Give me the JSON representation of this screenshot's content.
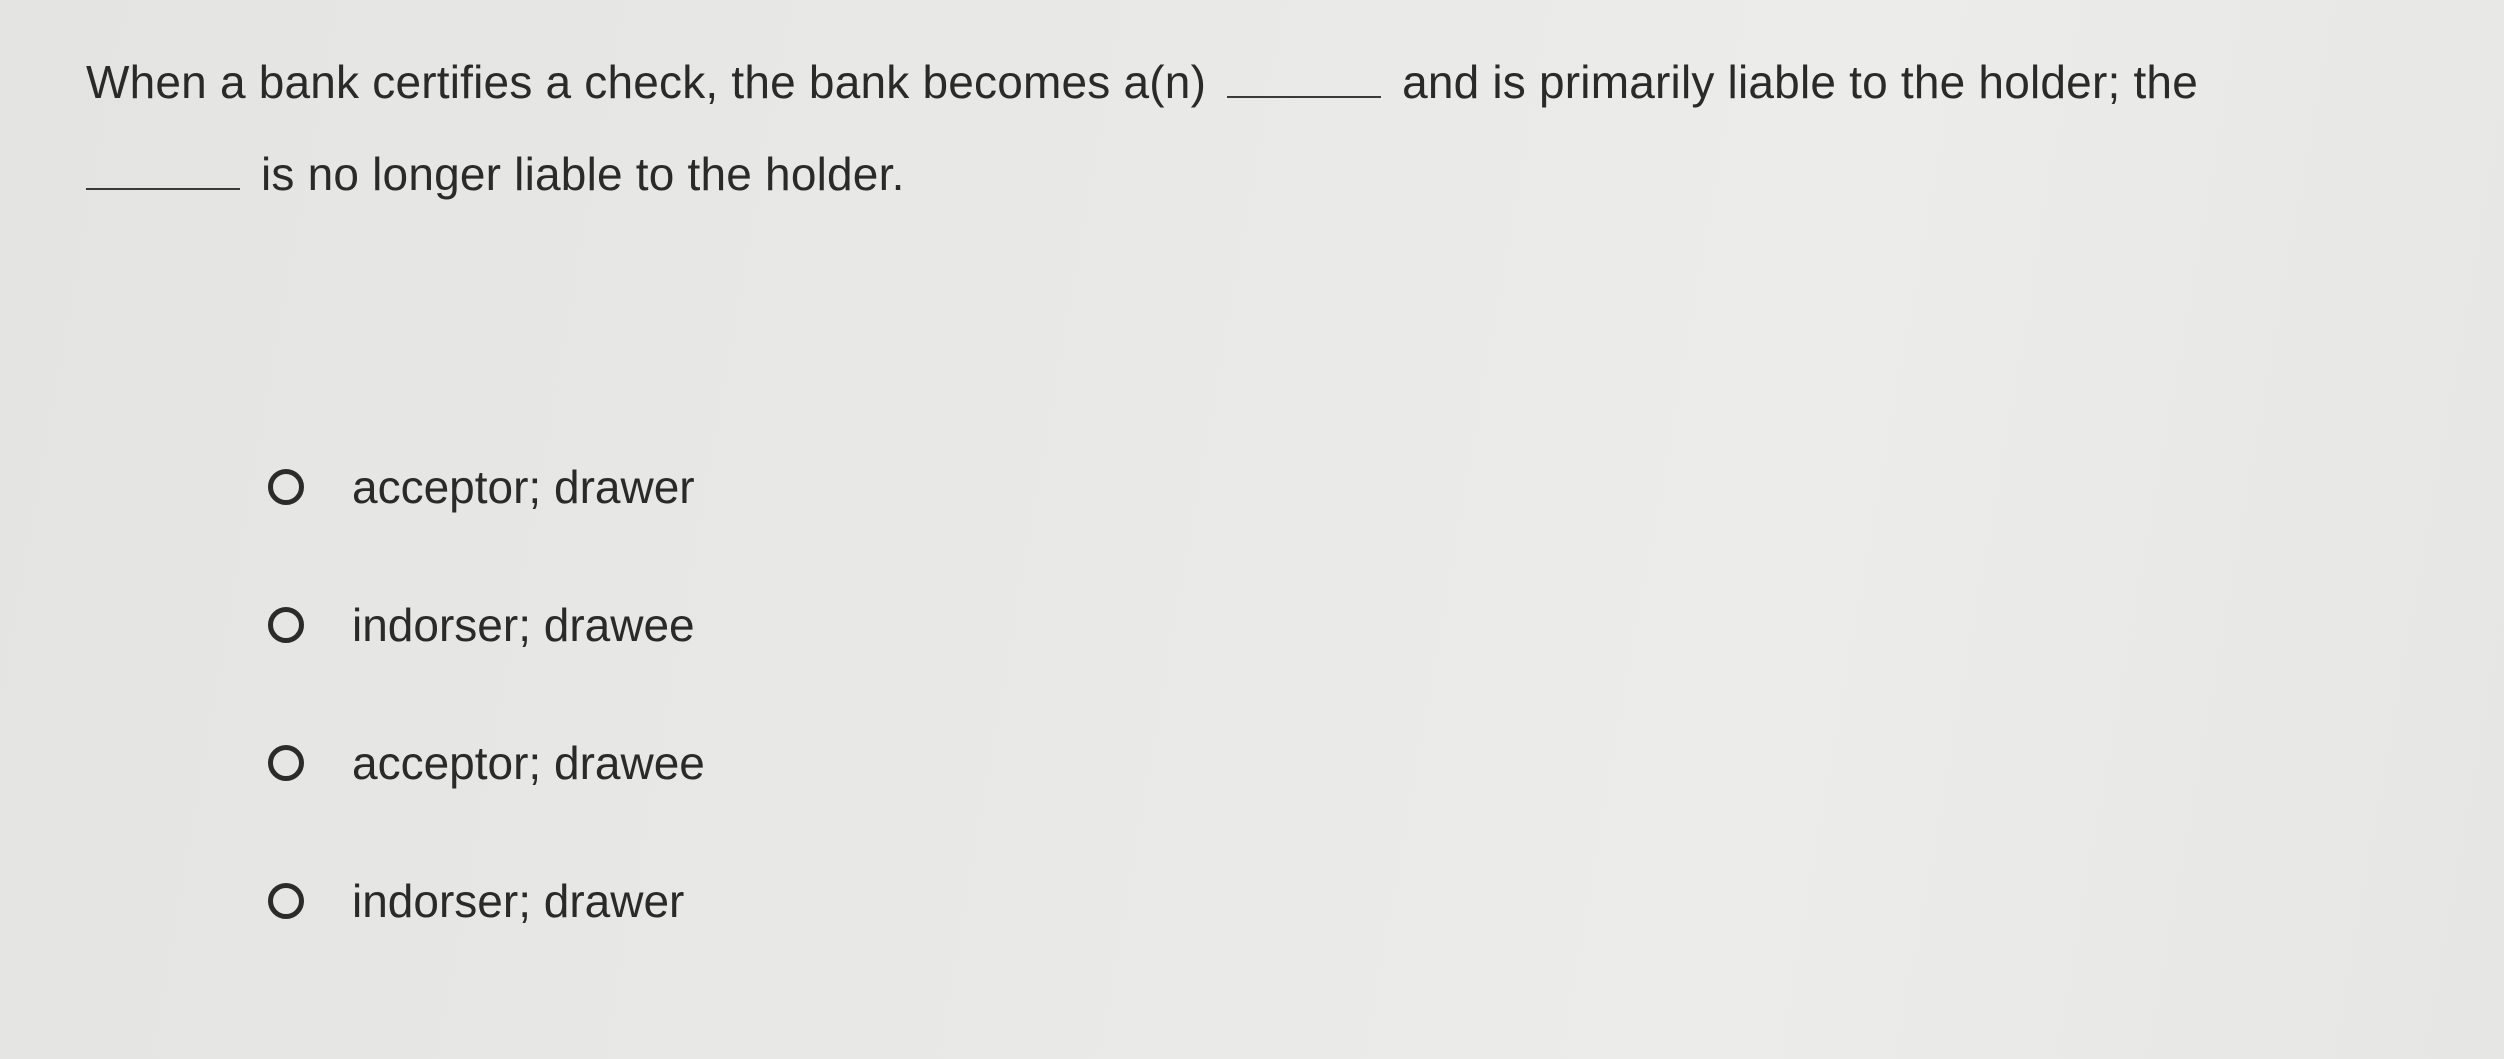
{
  "question": {
    "text_part1": "When a bank certifies a check, the bank becomes a(n)",
    "text_part2": "and is primarily liable to the holder; the",
    "text_part3": "is no longer liable to the holder."
  },
  "options": [
    {
      "label": "acceptor; drawer",
      "selected": false
    },
    {
      "label": "indorser; drawee",
      "selected": false
    },
    {
      "label": "acceptor; drawee",
      "selected": false
    },
    {
      "label": "indorser; drawer",
      "selected": false
    }
  ]
}
